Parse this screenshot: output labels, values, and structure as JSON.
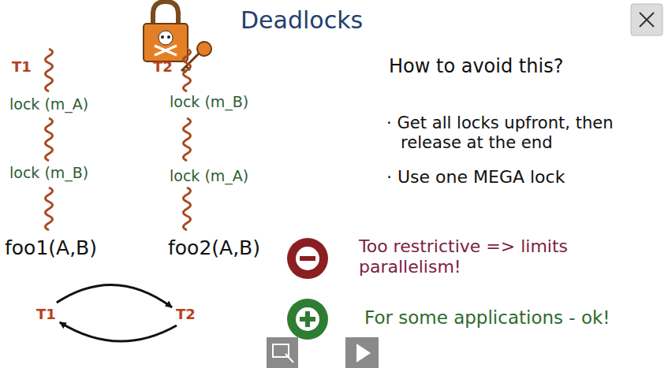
{
  "diagram": {
    "title": "Deadlocks",
    "nodes": [
      {
        "text": [
          "T1"
        ]
      },
      {
        "text": [
          "T2"
        ]
      }
    ],
    "edges": [
      {
        "from": 0,
        "to": 1,
        "arrow": "to"
      },
      {
        "from": 1,
        "to": 0,
        "arrow": "to"
      }
    ],
    "labels": [
      "T1",
      "T2",
      "lock (m_A)",
      "lock (m_B)",
      "foo1(A,B)",
      "lock (m_B)",
      "lock (m_A)",
      "foo2(A,B)",
      "How to avoid this?",
      "· Get all locks upfront, then release at the end",
      "· Use one MEGA lock",
      "Too restrictive => limits parallelism!",
      "For some applications - ok!"
    ]
  }
}
